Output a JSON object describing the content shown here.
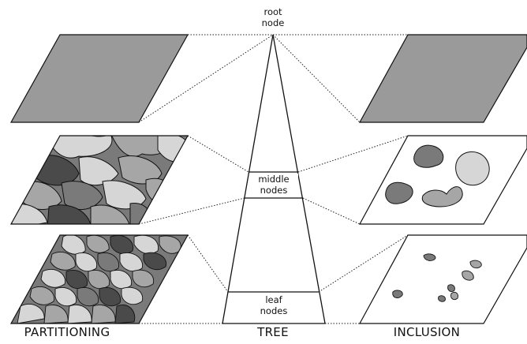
{
  "labels": {
    "root_line1": "root",
    "root_line2": "node",
    "middle_line1": "middle",
    "middle_line2": "nodes",
    "leaf_line1": "leaf",
    "leaf_line2": "nodes",
    "partitioning": "PARTITIONING",
    "tree": "TREE",
    "inclusion": "INCLUSION"
  },
  "colors": {
    "solid_plane": "#9a9a9a",
    "dark": "#4a4a4a",
    "mid_dark": "#7a7a7a",
    "mid": "#a6a6a6",
    "light": "#d6d6d6",
    "outline": "#111111"
  }
}
